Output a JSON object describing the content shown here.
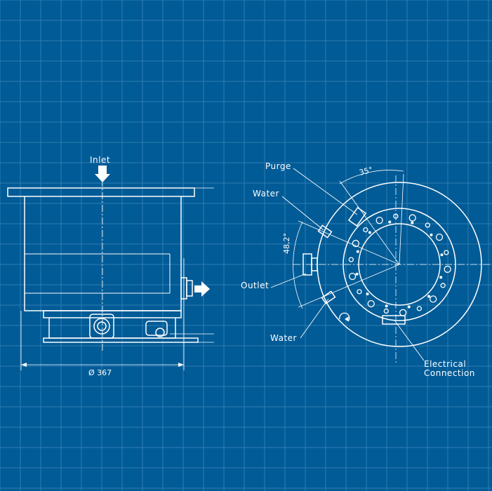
{
  "colors": {
    "background": "#005b96",
    "grid": "#2f7db3",
    "line": "#ffffff"
  },
  "side_view": {
    "inlet_label": "Inlet",
    "diameter_label": "Ø 367"
  },
  "top_view": {
    "purge_label": "Purge",
    "water_top_label": "Water",
    "outlet_label": "Outlet",
    "water_bottom_label": "Water",
    "electrical_label_line1": "Electrical",
    "electrical_label_line2": "Connection",
    "angle_top_label": "35°",
    "angle_left_label": "48,2°"
  }
}
